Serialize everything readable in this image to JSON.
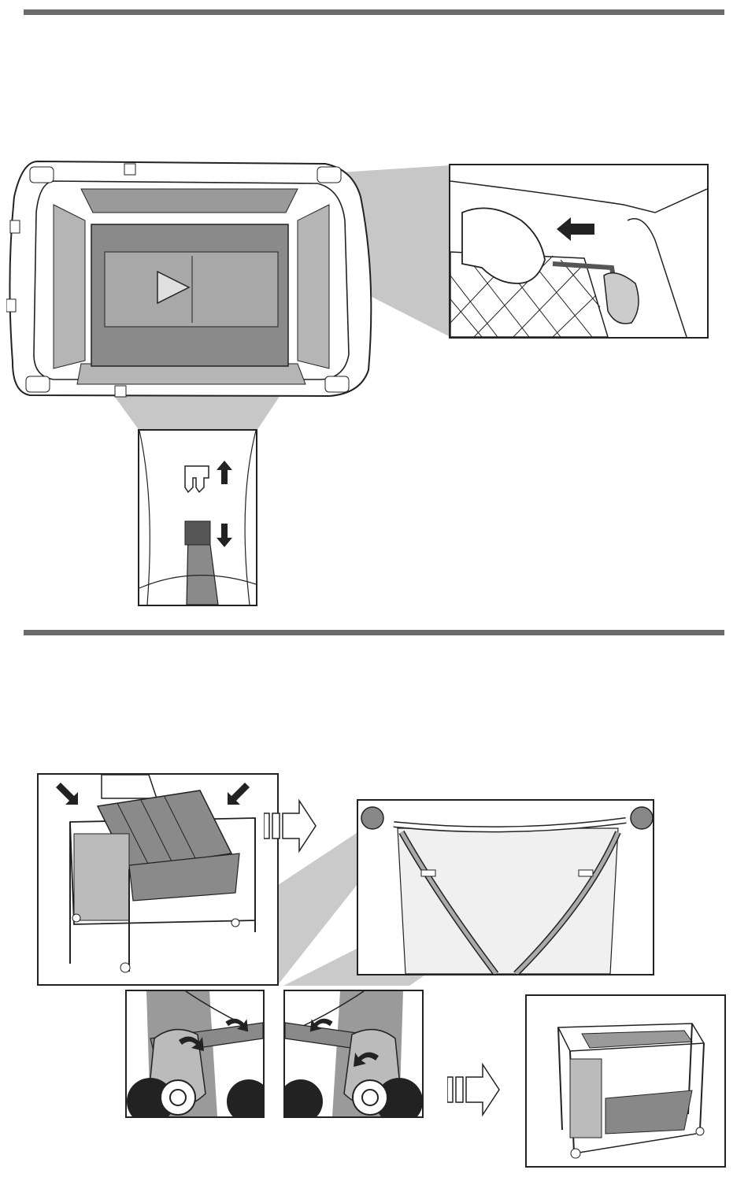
{
  "page": {
    "theme": {
      "rule_color": "#6b6b6b",
      "fabric_fill": "#9a9a9a",
      "light_fill": "#d9d9d9",
      "callout_fill": "#bdbdbd",
      "line_color": "#222222"
    }
  },
  "section_1": {
    "illustration": "playard-top-view",
    "callouts": [
      {
        "name": "zipper-detail",
        "arrow_icon": "left-arrow-icon"
      },
      {
        "name": "buckle-detail",
        "arrow_icons": [
          "up-arrow-icon",
          "down-arrow-icon"
        ]
      }
    ]
  },
  "section_2": {
    "steps": [
      {
        "name": "push-mattress-down",
        "arrow_icons": [
          "down-right-arrow-icon",
          "down-left-arrow-icon"
        ]
      },
      {
        "name": "straps-under-floor"
      },
      {
        "name": "rotate-left-latch",
        "arrow_icon": "rotate-arrow-icon"
      },
      {
        "name": "rotate-right-latch",
        "arrow_icon": "rotate-arrow-icon"
      },
      {
        "name": "assembled-playard"
      }
    ],
    "next_arrows": [
      "next-step-arrow-icon",
      "next-step-arrow-icon"
    ]
  }
}
